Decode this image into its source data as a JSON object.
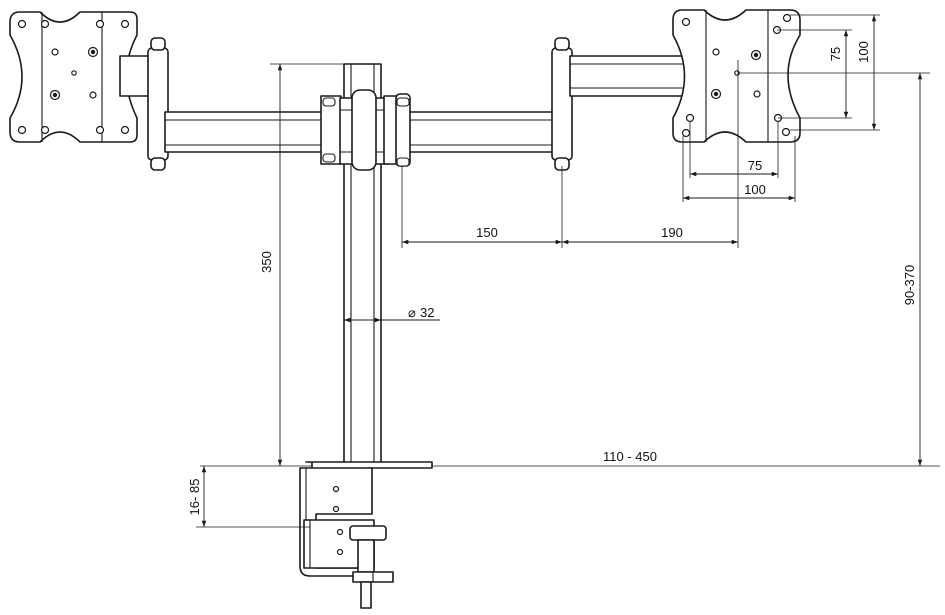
{
  "dimensions": {
    "arm_reach": "150",
    "plate_offset": "190",
    "pole_height": "350",
    "pole_diameter": "32",
    "diameter_symbol": "⌀",
    "vesa_small_vertical": "75",
    "vesa_large_vertical": "100",
    "vesa_small_horizontal": "75",
    "vesa_large_horizontal": "100",
    "height_range": "90-370",
    "desk_span": "110 - 450",
    "clamp_thickness": "16- 85"
  }
}
